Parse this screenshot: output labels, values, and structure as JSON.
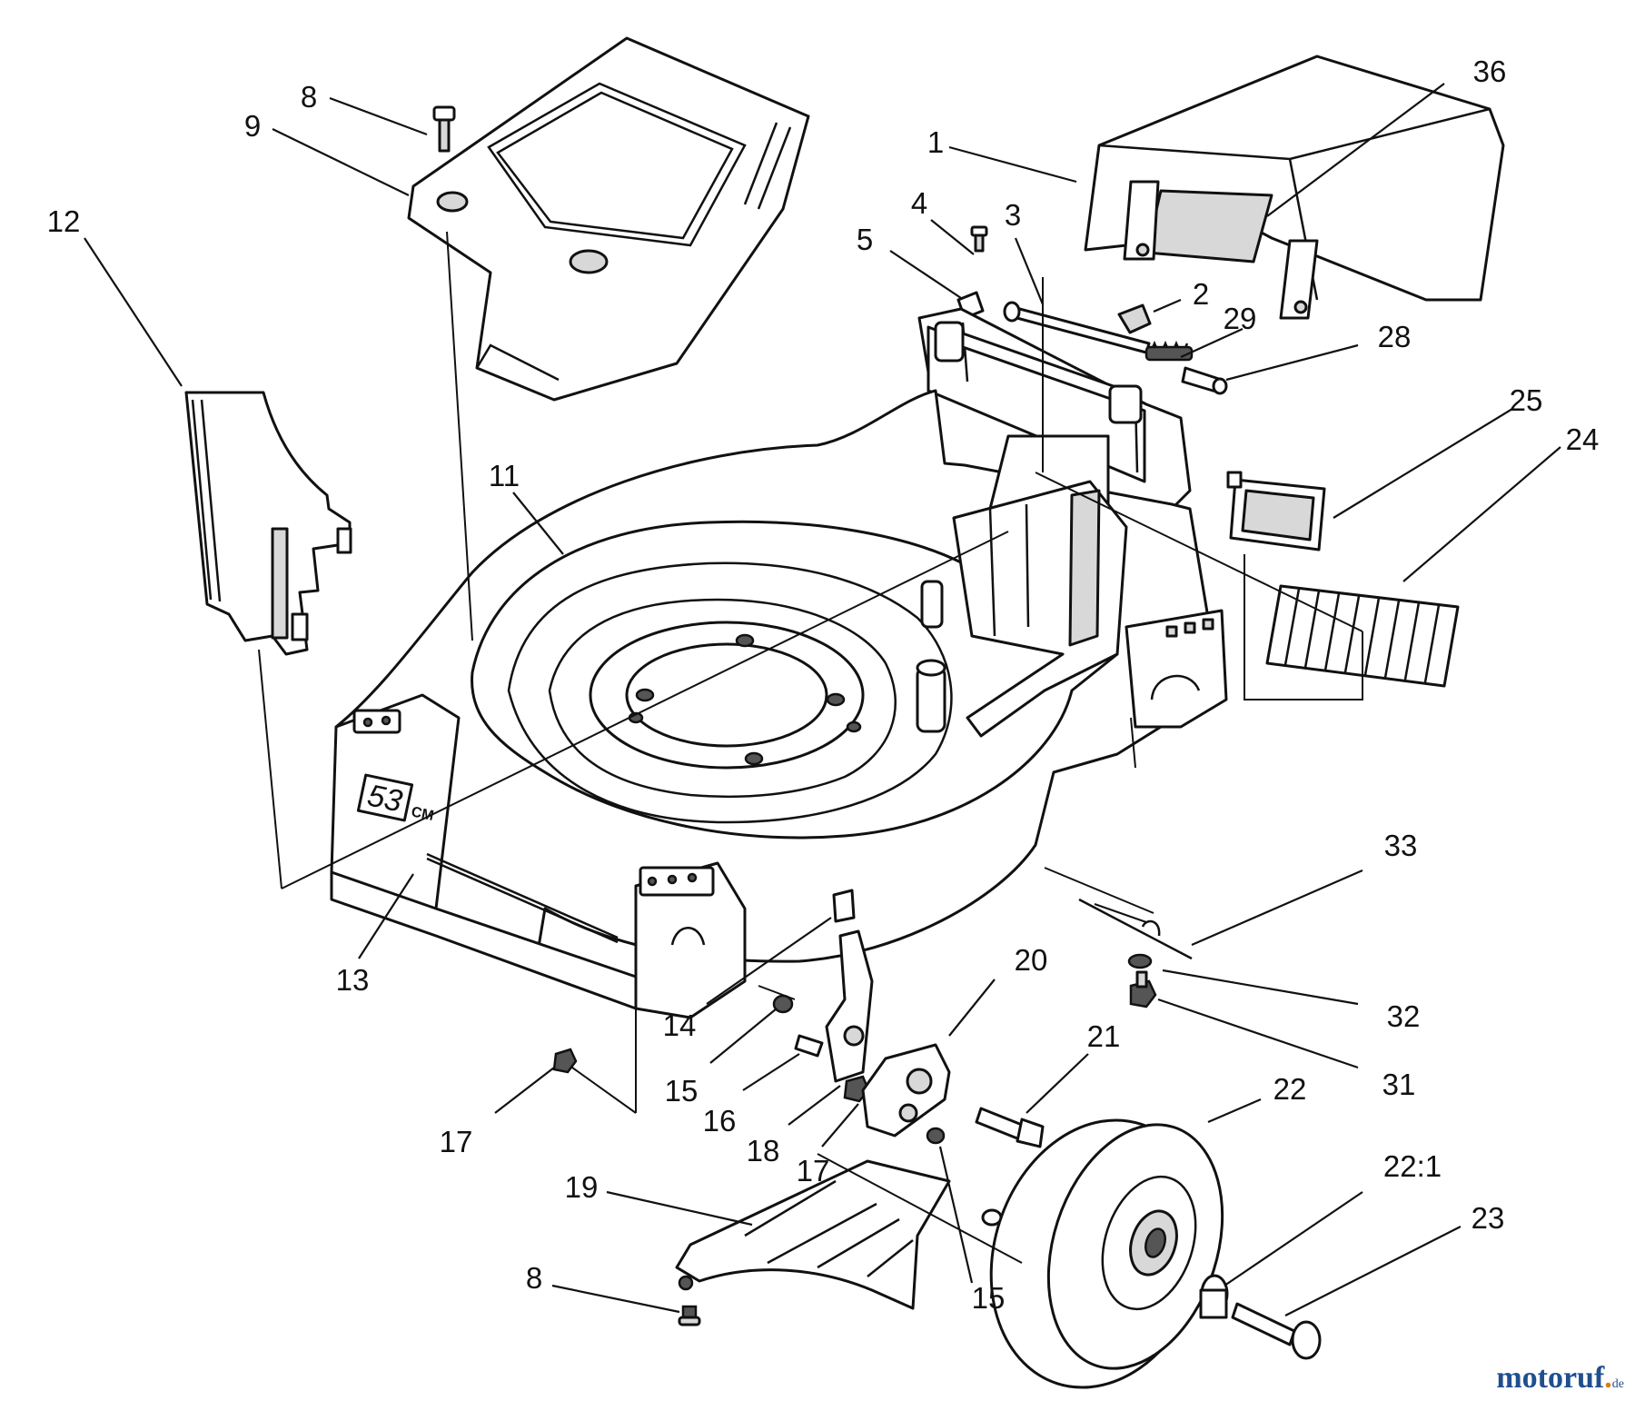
{
  "diagram": {
    "deck_label": "53",
    "deck_unit": "CM",
    "callouts": [
      {
        "id": "c36",
        "text": "36"
      },
      {
        "id": "c1",
        "text": "1"
      },
      {
        "id": "c8a",
        "text": "8"
      },
      {
        "id": "c9",
        "text": "9"
      },
      {
        "id": "c12",
        "text": "12"
      },
      {
        "id": "c4",
        "text": "4"
      },
      {
        "id": "c3",
        "text": "3"
      },
      {
        "id": "c5",
        "text": "5"
      },
      {
        "id": "c2",
        "text": "2"
      },
      {
        "id": "c29",
        "text": "29"
      },
      {
        "id": "c28",
        "text": "28"
      },
      {
        "id": "c25",
        "text": "25"
      },
      {
        "id": "c24",
        "text": "24"
      },
      {
        "id": "c11",
        "text": "11"
      },
      {
        "id": "c33",
        "text": "33"
      },
      {
        "id": "c13",
        "text": "13"
      },
      {
        "id": "c20",
        "text": "20"
      },
      {
        "id": "c14",
        "text": "14"
      },
      {
        "id": "c32",
        "text": "32"
      },
      {
        "id": "c21",
        "text": "21"
      },
      {
        "id": "c15a",
        "text": "15"
      },
      {
        "id": "c31",
        "text": "31"
      },
      {
        "id": "c22",
        "text": "22"
      },
      {
        "id": "c16",
        "text": "16"
      },
      {
        "id": "c17a",
        "text": "17"
      },
      {
        "id": "c18",
        "text": "18"
      },
      {
        "id": "c17b",
        "text": "17"
      },
      {
        "id": "c22_1",
        "text": "22:1"
      },
      {
        "id": "c19",
        "text": "19"
      },
      {
        "id": "c23",
        "text": "23"
      },
      {
        "id": "c8b",
        "text": "8"
      },
      {
        "id": "c15b",
        "text": "15"
      }
    ]
  },
  "watermark": {
    "main": "motoruf",
    "dot": ".",
    "tld": "de"
  }
}
